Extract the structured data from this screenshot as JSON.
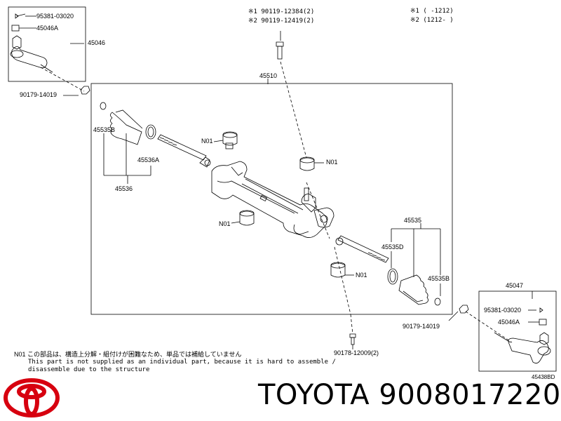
{
  "variants": {
    "v1": "※1 90119-12384(2)",
    "v2": "※2 90119-12419(2)",
    "range1": "※1 (     -1212)",
    "range2": "※2 (1212-     )"
  },
  "callouts": {
    "pin_left": "95381-03020",
    "nut_left": "45046A",
    "tie_end_left": "45046",
    "locknut_left": "90179-14019",
    "gear_assy": "45510",
    "boot_clamp_left": "45535B",
    "clamp_left": "45536A",
    "boot_set_left": "45536",
    "bush_1": "N01",
    "bush_2": "N01",
    "bush_3": "N01",
    "bush_4": "N01",
    "boot_set_right": "45535",
    "clamp_right": "45535D",
    "boot_clamp_right": "45535B",
    "tie_end_right": "45047",
    "pin_right": "95381-03020",
    "nut_right": "45046A",
    "locknut_right": "90179-14019",
    "bottom_bolt": "90178-12009(2)"
  },
  "note": {
    "line1": "N01 この部品は、構造上分解・組付けが困難なため、単品では補給していません",
    "line2": "This part is not supplied as an individual part, because it is hard to assemble /",
    "line3": "disassemble due to the structure"
  },
  "diagram_code": "45438BD",
  "brand_text": "TOYOTA 9008017220",
  "colors": {
    "ink": "#000000",
    "logo": "#d7000f",
    "paper": "#ffffff"
  }
}
